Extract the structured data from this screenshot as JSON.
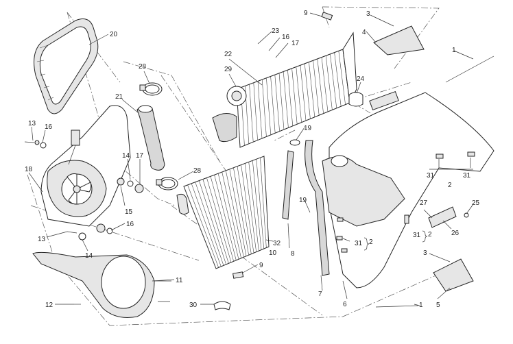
{
  "callouts": [
    {
      "id": "c20a",
      "text": "20"
    },
    {
      "id": "c28a",
      "text": "28"
    },
    {
      "id": "c21",
      "text": "21"
    },
    {
      "id": "c13a",
      "text": "13"
    },
    {
      "id": "c16a",
      "text": "16"
    },
    {
      "id": "c18",
      "text": "18"
    },
    {
      "id": "c14a",
      "text": "14"
    },
    {
      "id": "c17a",
      "text": "17"
    },
    {
      "id": "c15",
      "text": "15"
    },
    {
      "id": "c16b",
      "text": "16"
    },
    {
      "id": "c13b",
      "text": "13"
    },
    {
      "id": "c14b",
      "text": "14"
    },
    {
      "id": "c28b",
      "text": "28"
    },
    {
      "id": "c11",
      "text": "11"
    },
    {
      "id": "c12",
      "text": "12"
    },
    {
      "id": "c30",
      "text": "30"
    },
    {
      "id": "c9a",
      "text": "9"
    },
    {
      "id": "c23",
      "text": "23"
    },
    {
      "id": "c16c",
      "text": "16"
    },
    {
      "id": "c17b",
      "text": "17"
    },
    {
      "id": "c22",
      "text": "22"
    },
    {
      "id": "c29",
      "text": "29"
    },
    {
      "id": "c24",
      "text": "24"
    },
    {
      "id": "c19a",
      "text": "19"
    },
    {
      "id": "c19b",
      "text": "19"
    },
    {
      "id": "c32",
      "text": "32"
    },
    {
      "id": "c10",
      "text": "10"
    },
    {
      "id": "c8",
      "text": "8"
    },
    {
      "id": "c9b",
      "text": "9"
    },
    {
      "id": "c7",
      "text": "7"
    },
    {
      "id": "c6",
      "text": "6"
    },
    {
      "id": "c3a",
      "text": "3"
    },
    {
      "id": "c4",
      "text": "4"
    },
    {
      "id": "c1a",
      "text": "1"
    },
    {
      "id": "c31a",
      "text": "31"
    },
    {
      "id": "c31b",
      "text": "31"
    },
    {
      "id": "c2a",
      "text": "2"
    },
    {
      "id": "c27",
      "text": "27"
    },
    {
      "id": "c25",
      "text": "25"
    },
    {
      "id": "c26",
      "text": "26"
    },
    {
      "id": "c31c",
      "text": "31"
    },
    {
      "id": "c2b",
      "text": "2"
    },
    {
      "id": "c31d",
      "text": "31"
    },
    {
      "id": "c2c",
      "text": "2"
    },
    {
      "id": "c3b",
      "text": "3"
    },
    {
      "id": "c5",
      "text": "5"
    },
    {
      "id": "c1b",
      "text": "1"
    }
  ]
}
